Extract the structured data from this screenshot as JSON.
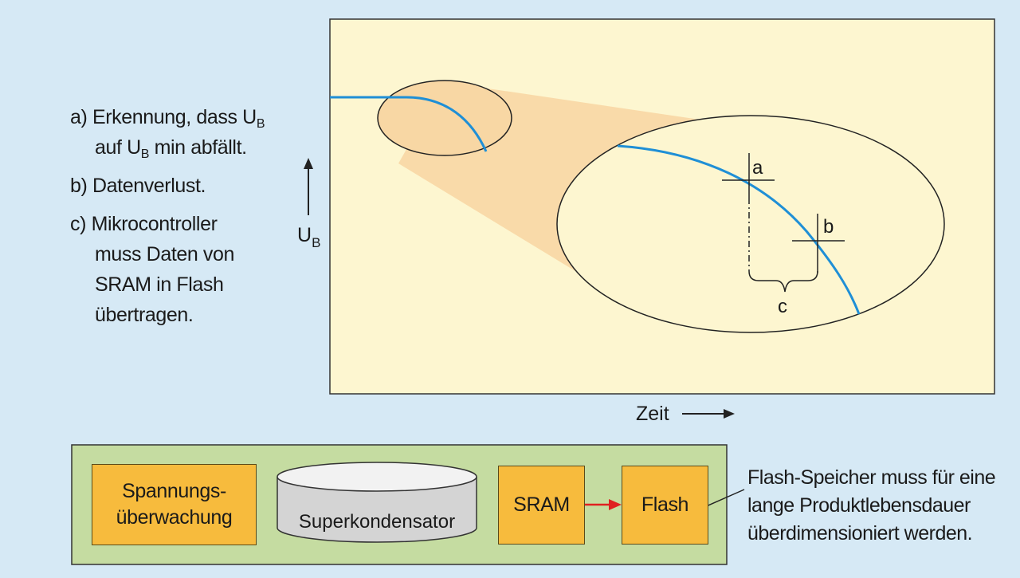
{
  "notes": [
    {
      "prefix": "a)",
      "line1_a": "Erkennung, dass U",
      "line1_sub": "B",
      "line2_a": "auf U",
      "line2_sub": "B",
      "line2_b": " min abfällt."
    },
    {
      "prefix": "b)",
      "text": "Datenverlust."
    },
    {
      "prefix": "c)",
      "lines": [
        "Mikrocontroller",
        "muss Daten von",
        "SRAM in Flash",
        "übertragen."
      ]
    }
  ],
  "axes": {
    "y_label": "U",
    "y_label_sub": "B",
    "x_label": "Zeit"
  },
  "markers": {
    "a": "a",
    "b": "b",
    "c": "c"
  },
  "blocks": {
    "voltage_monitor_line1": "Spannungs-",
    "voltage_monitor_line2": "überwachung",
    "supercap": "Superkondensator",
    "sram": "SRAM",
    "flash": "Flash"
  },
  "footnote": [
    "Flash-Speicher muss für eine",
    "lange Produktlebensdauer",
    "überdimensioniert werden."
  ],
  "colors": {
    "page_bg": "#d6e9f5",
    "plot_bg": "#fdf6d0",
    "zoom_fill": "#f8d7a4",
    "curve": "#1f8fd6",
    "block_fill": "#f7bb3d",
    "panel_fill": "#c5dca1",
    "arrow_red": "#e02020"
  }
}
